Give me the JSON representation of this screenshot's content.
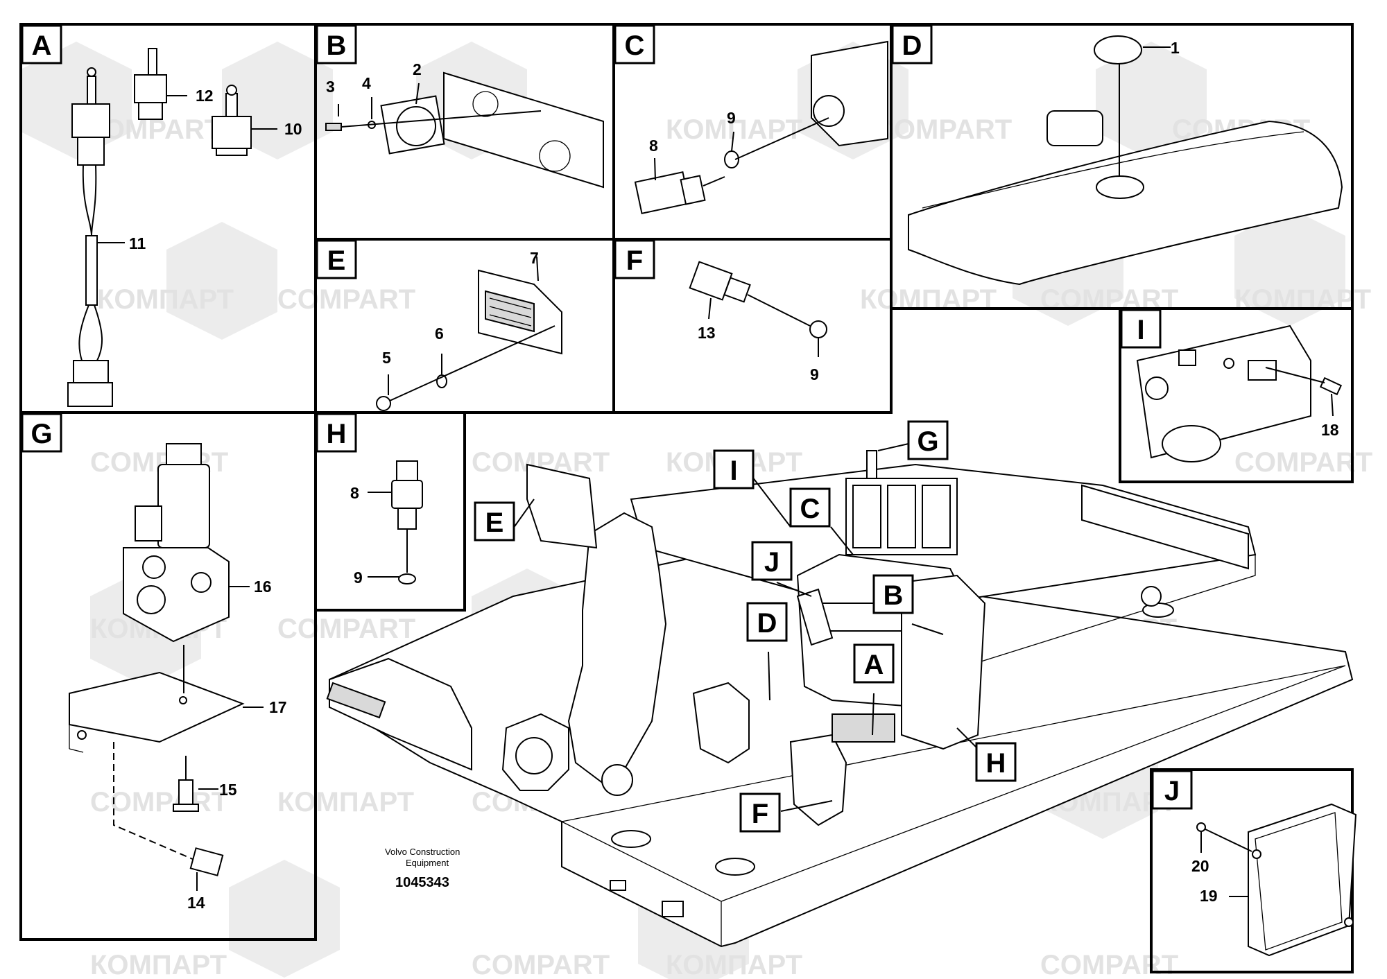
{
  "watermark": {
    "text_latin": "COMPART",
    "text_cyrillic": "КОМПАРТ"
  },
  "panels": [
    {
      "letter": "A",
      "labels": [
        "12",
        "10",
        "11"
      ]
    },
    {
      "letter": "B",
      "labels": [
        "3",
        "4",
        "2"
      ]
    },
    {
      "letter": "C",
      "labels": [
        "9",
        "8"
      ]
    },
    {
      "letter": "D",
      "labels": [
        "1"
      ]
    },
    {
      "letter": "E",
      "labels": [
        "7",
        "6",
        "5"
      ]
    },
    {
      "letter": "F",
      "labels": [
        "13",
        "9"
      ]
    },
    {
      "letter": "I",
      "labels": [
        "18"
      ]
    },
    {
      "letter": "G",
      "labels": [
        "16",
        "17",
        "15",
        "14"
      ]
    },
    {
      "letter": "H",
      "labels": [
        "8",
        "9"
      ]
    },
    {
      "letter": "J",
      "labels": [
        "20",
        "19"
      ]
    }
  ],
  "callouts": [
    "G",
    "I",
    "C",
    "E",
    "J",
    "B",
    "D",
    "A",
    "H",
    "F"
  ],
  "caption": {
    "maker_line1": "Volvo Construction",
    "maker_line2": "Equipment",
    "number": "1045343"
  }
}
